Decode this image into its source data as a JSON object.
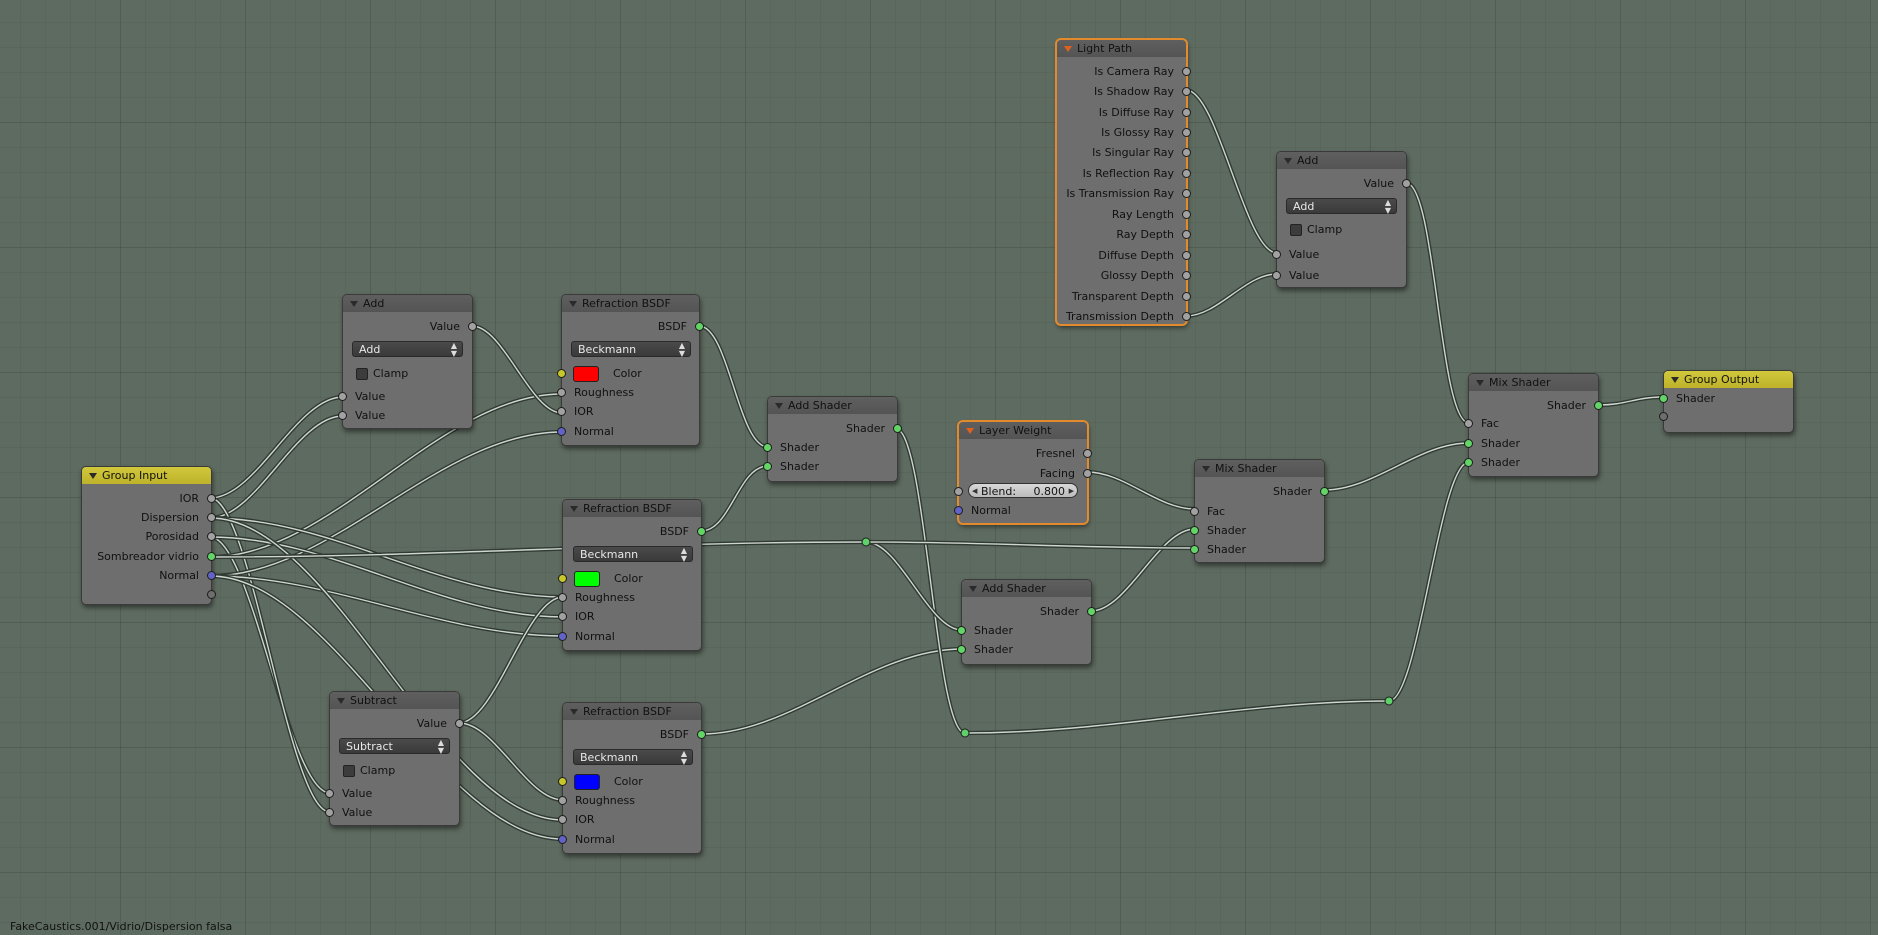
{
  "status_bar": {
    "path": "FakeCaustics.001/Vidrio/Dispersion falsa"
  },
  "nodes": {
    "group_input": {
      "title": "Group Input",
      "outputs": [
        "IOR",
        "Dispersion",
        "Porosidad",
        "Sombreador vidrio",
        "Normal"
      ]
    },
    "add_1": {
      "title": "Add",
      "output": "Value",
      "operation": "Add",
      "clamp": "Clamp",
      "inputs": [
        "Value",
        "Value"
      ]
    },
    "subtract": {
      "title": "Subtract",
      "output": "Value",
      "operation": "Subtract",
      "clamp": "Clamp",
      "inputs": [
        "Value",
        "Value"
      ]
    },
    "refraction_1": {
      "title": "Refraction BSDF",
      "output": "BSDF",
      "distribution": "Beckmann",
      "color_label": "Color",
      "color": "#ff0000",
      "inputs": [
        "Roughness",
        "IOR",
        "Normal"
      ]
    },
    "refraction_2": {
      "title": "Refraction BSDF",
      "output": "BSDF",
      "distribution": "Beckmann",
      "color_label": "Color",
      "color": "#00ff00",
      "inputs": [
        "Roughness",
        "IOR",
        "Normal"
      ]
    },
    "refraction_3": {
      "title": "Refraction BSDF",
      "output": "BSDF",
      "distribution": "Beckmann",
      "color_label": "Color",
      "color": "#0000ff",
      "inputs": [
        "Roughness",
        "IOR",
        "Normal"
      ]
    },
    "add_shader_1": {
      "title": "Add Shader",
      "output": "Shader",
      "inputs": [
        "Shader",
        "Shader"
      ]
    },
    "add_shader_2": {
      "title": "Add Shader",
      "output": "Shader",
      "inputs": [
        "Shader",
        "Shader"
      ]
    },
    "layer_weight": {
      "title": "Layer Weight",
      "outputs": [
        "Fresnel",
        "Facing"
      ],
      "blend_label": "Blend:",
      "blend_value": "0.800",
      "normal": "Normal"
    },
    "light_path": {
      "title": "Light Path",
      "outputs": [
        "Is Camera Ray",
        "Is Shadow Ray",
        "Is Diffuse Ray",
        "Is Glossy Ray",
        "Is Singular Ray",
        "Is Reflection Ray",
        "Is Transmission Ray",
        "Ray Length",
        "Ray Depth",
        "Diffuse Depth",
        "Glossy Depth",
        "Transparent Depth",
        "Transmission Depth"
      ]
    },
    "add_2": {
      "title": "Add",
      "output": "Value",
      "operation": "Add",
      "clamp": "Clamp",
      "inputs": [
        "Value",
        "Value"
      ]
    },
    "mix_shader_1": {
      "title": "Mix Shader",
      "output": "Shader",
      "inputs": [
        "Fac",
        "Shader",
        "Shader"
      ]
    },
    "mix_shader_2": {
      "title": "Mix Shader",
      "output": "Shader",
      "inputs": [
        "Fac",
        "Shader",
        "Shader"
      ]
    },
    "group_output": {
      "title": "Group Output",
      "input": "Shader"
    }
  },
  "colors": {
    "background": "#5e6b60",
    "node_body": "#6e6e6e",
    "group_header": "#c9be33",
    "selected_outline": "#e38a2c",
    "socket_float": "#a1a1a1",
    "socket_shader": "#63d466",
    "socket_color": "#c7c729",
    "socket_vector": "#6363c7"
  }
}
